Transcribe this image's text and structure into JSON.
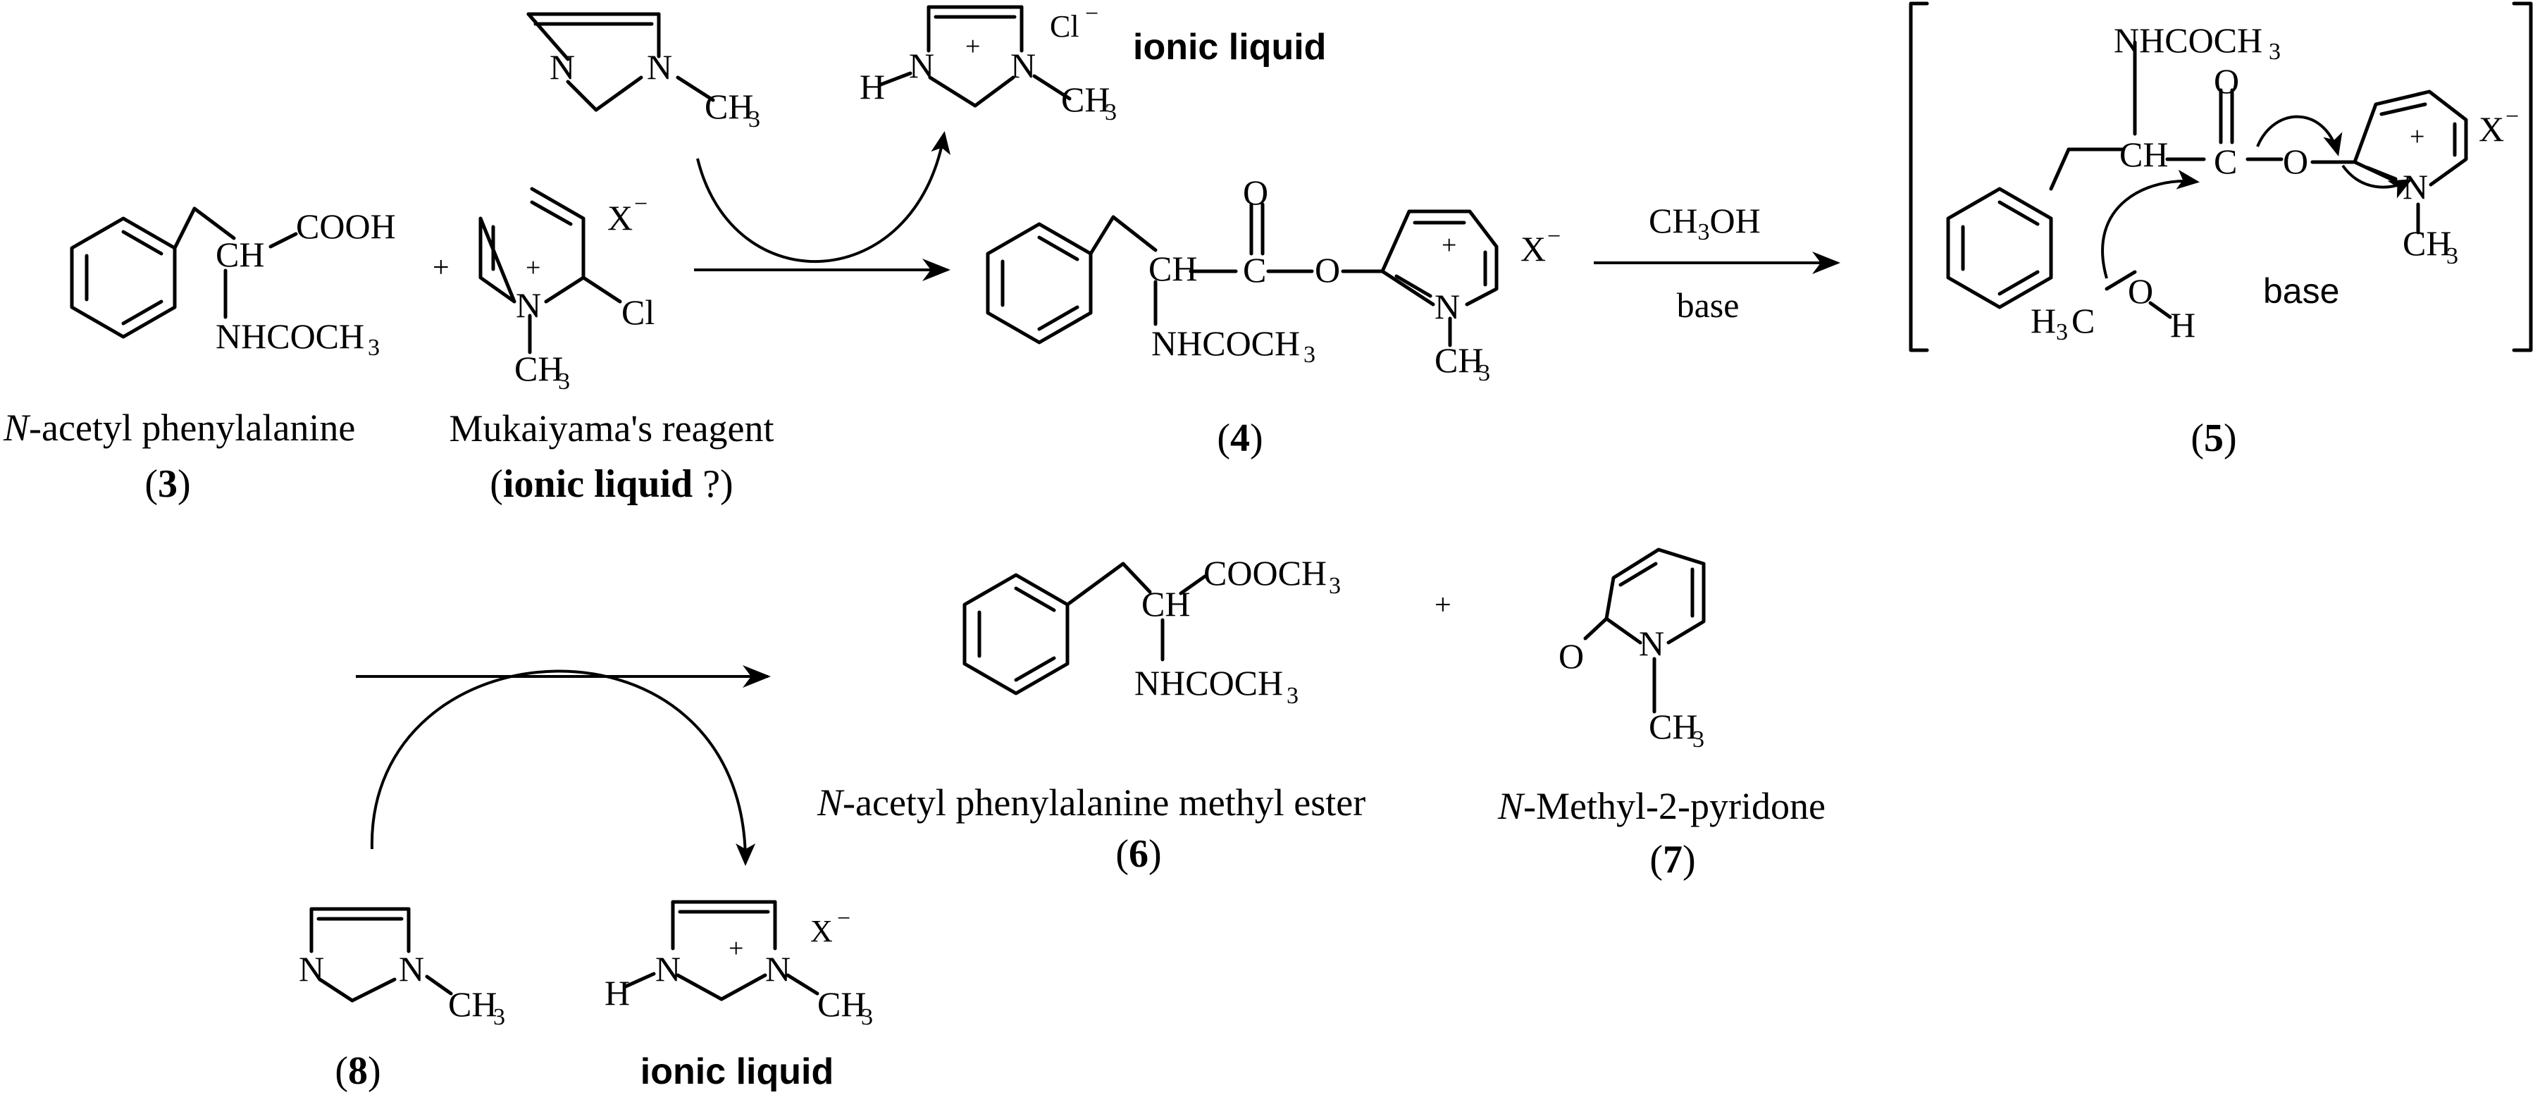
{
  "reagents": {
    "methylimidazole_atoms": [
      "N",
      "N",
      "CH",
      "3"
    ],
    "imidazolium_chloride_atoms": [
      "H",
      "N",
      "+",
      "N",
      "CH",
      "3",
      "Cl",
      "−"
    ],
    "ionic_liquid_top": "ionic liquid"
  },
  "compound3": {
    "groups": [
      "CH",
      "COOH",
      "NHCOCH",
      "3"
    ],
    "name_prefix": "N",
    "name_rest": "-acetyl phenylalanine",
    "number": "3"
  },
  "plus_sign": "+",
  "mukaiyama": {
    "atoms": [
      "N",
      "+",
      "CH",
      "3",
      "Cl",
      "X",
      "−"
    ],
    "name_line1": "Mukaiyama's reagent",
    "name_line2_bold": "ionic liquid",
    "name_line2_q": " ?"
  },
  "compound4": {
    "groups": [
      "CH",
      "C",
      "O",
      "O",
      "NHCOCH",
      "3",
      "N",
      "+",
      "CH",
      "3",
      "X",
      "−"
    ],
    "number": "4"
  },
  "step_conditions": {
    "above": "CH",
    "above_sub": "3",
    "above_rest": "OH",
    "below": "base"
  },
  "intermediate5": {
    "groups": [
      "NHCOCH",
      "3",
      "CH",
      "C",
      "O",
      "O",
      "N",
      "+",
      "CH",
      "3",
      "X",
      "−",
      "H",
      "3",
      "C",
      "O",
      "H"
    ],
    "base_label": "base",
    "number": "5"
  },
  "compound6": {
    "groups": [
      "CH",
      "COOCH",
      "3",
      "NHCOCH",
      "3"
    ],
    "name_prefix": "N",
    "name_rest": "-acetyl phenylalanine methyl ester",
    "number": "6"
  },
  "compound7": {
    "atoms": [
      "O",
      "N",
      "CH",
      "3"
    ],
    "name_prefix": "N",
    "name_rest": "-Methyl-2-pyridone",
    "number": "7"
  },
  "compound8": {
    "atoms": [
      "N",
      "N",
      "CH",
      "3"
    ],
    "number": "8"
  },
  "imidazolium_bottom": {
    "atoms": [
      "H",
      "N",
      "+",
      "N",
      "CH",
      "3",
      "X",
      "−"
    ],
    "label": "ionic liquid"
  }
}
